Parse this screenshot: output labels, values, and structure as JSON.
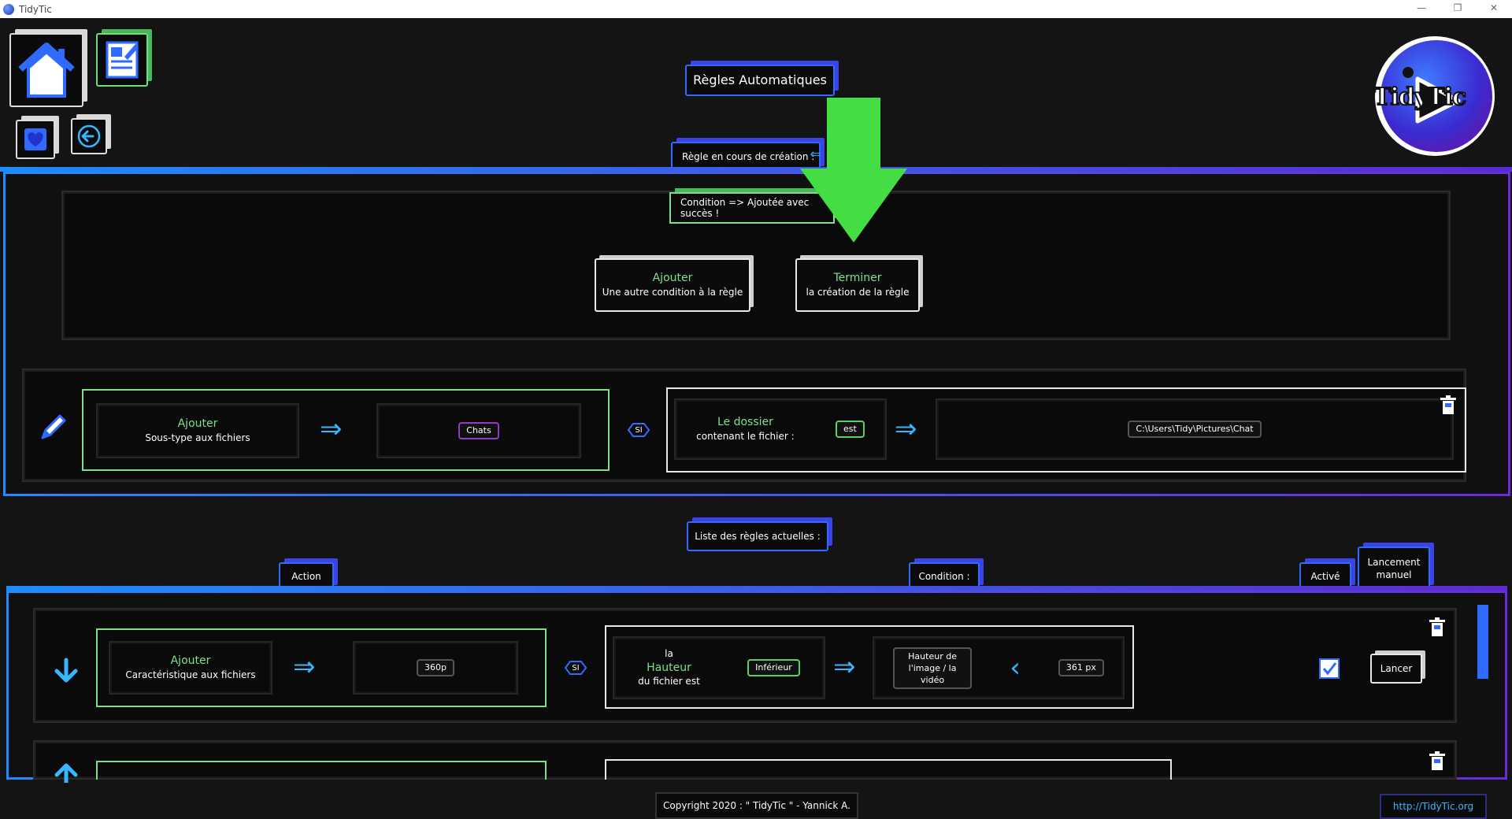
{
  "window": {
    "title": "TidyTic",
    "controls": [
      "—",
      "❐",
      "✕"
    ]
  },
  "header": {
    "page_title": "Règles Automatiques",
    "logo_text": "TidyTic"
  },
  "creation": {
    "tab_label": "Règle en cours de création :",
    "status_label": "Condition => Ajoutée avec succès !",
    "add_button": {
      "title": "Ajouter",
      "sub": "Une autre condition à la règle"
    },
    "finish_button": {
      "title": "Terminer",
      "sub": "la création de la règle"
    },
    "rule": {
      "action_title": "Ajouter",
      "action_sub": "Sous-type aux fichiers",
      "action_value": "Chats",
      "si": "SI",
      "cond_title": "Le dossier",
      "cond_sub": "contenant le fichier :",
      "cond_operator": "est",
      "cond_value": "C:\\Users\\Tidy\\Pictures\\Chat"
    }
  },
  "list": {
    "tab_label": "Liste des règles actuelles :",
    "col_action": "Action",
    "col_condition": "Condition :",
    "col_active": "Activé",
    "col_manual": "Lancement manuel",
    "rows": [
      {
        "action_title": "Ajouter",
        "action_sub": "Caractéristique aux fichiers",
        "action_value": "360p",
        "si": "SI",
        "cond_pre": "la",
        "cond_title": "Hauteur",
        "cond_post": "du fichier est",
        "cond_operator": "Inférieur",
        "cond_target": "Hauteur de l'image / la vidéo",
        "cond_value": "361 px",
        "run_label": "Lancer"
      }
    ]
  },
  "footer": {
    "copyright": "Copyright 2020 : \" TidyTic \" - Yannick A.",
    "link": "http://TidyTic.org"
  },
  "colors": {
    "accent_blue": "#2f6bff",
    "accent_green": "#7fe08a",
    "accent_purple": "#6b2bd6",
    "arrow_green": "#44dd44"
  }
}
